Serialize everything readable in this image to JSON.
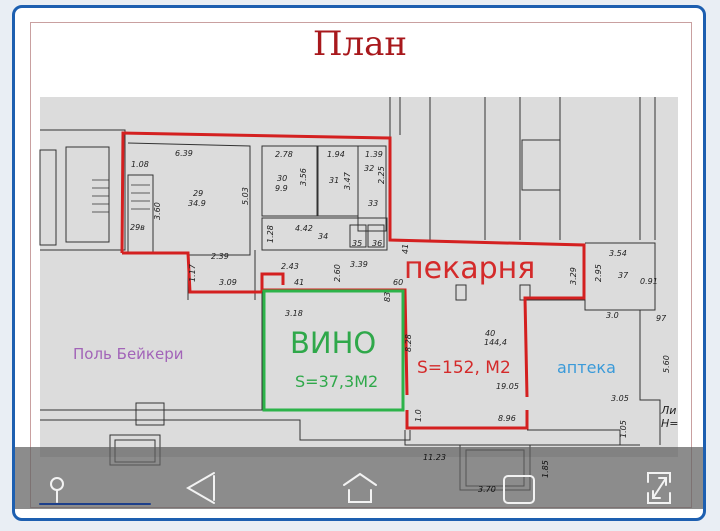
{
  "page": {
    "title": "План"
  },
  "plan": {
    "labels": {
      "bakery": "пекарня",
      "wine": "ВИНО",
      "wine_area": "S=37,3М2",
      "bakery_area": "S=152, М2",
      "pharmacy": "аптека",
      "paul_bakery": "Поль Бейкери"
    },
    "label_colors": {
      "bakery": "#d42a2a",
      "wine": "#2fa84a",
      "pharmacy": "#3a9ad9",
      "paul_bakery": "#a264b8"
    },
    "outline_colors": {
      "bakery": "#d42020",
      "wine": "#2db34a"
    },
    "dims": [
      "6.39",
      "1.08",
      "3.60",
      "29",
      "34.9",
      "5.03",
      "29в",
      "2.78",
      "30",
      "9.9",
      "3.56",
      "1.94",
      "31",
      "3.47",
      "1.39",
      "32",
      "2.25",
      "33",
      "1.28",
      "4.42",
      "34",
      "35",
      "36",
      "2.39",
      "2.43",
      "3.39",
      "1.17",
      "3.09",
      "41",
      "2.60",
      "60",
      "83",
      "3.18",
      "41",
      "3.54",
      "3.29",
      "2.95",
      "37",
      "0.91",
      "3.0",
      "97",
      "40",
      "144,4",
      "19.05",
      "5.60",
      "3.05",
      "1.0",
      "8.96",
      "8.28",
      "11.23",
      "1.05",
      "1.85",
      "3.70",
      "Ли",
      "Н="
    ]
  },
  "navbar": {
    "icons": [
      "pin-icon",
      "back-icon",
      "home-icon",
      "recents-icon",
      "expand-icon"
    ],
    "accent": "#1d5fb0"
  }
}
